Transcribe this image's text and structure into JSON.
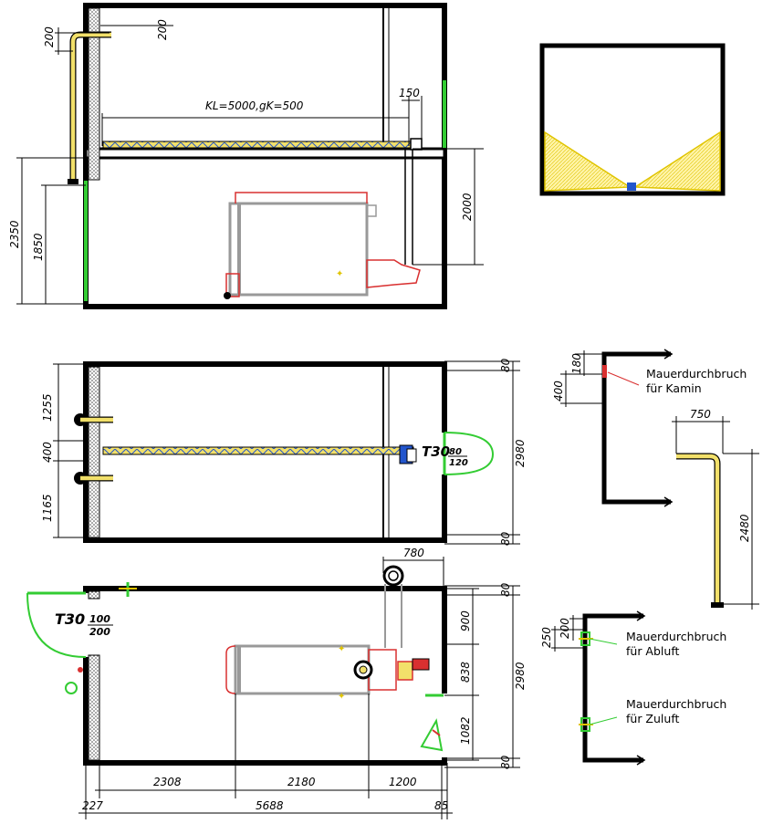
{
  "colors": {
    "wall": "#000000",
    "insulation": "#555555",
    "pipe": "#f2e06a",
    "green": "#33cc33",
    "red": "#d93030",
    "blue": "#2255cc",
    "yellow_fill": "#fff2a0",
    "grey": "#999999"
  },
  "section": {
    "dims": {
      "d200a": "200",
      "d200b": "200",
      "kl": "KL=5000,gK=500",
      "d150": "150",
      "d2000": "2000",
      "d2350": "2350",
      "d1850": "1850"
    }
  },
  "upper_plan": {
    "dims": {
      "d1255": "1255",
      "d400": "400",
      "d1165": "1165",
      "d2980": "2980",
      "d80a": "80",
      "d80b": "80"
    },
    "door": {
      "t30": "T30",
      "num": "80",
      "den": "120"
    }
  },
  "lower_plan": {
    "dims": {
      "d780": "780",
      "d900": "900",
      "d838": "838",
      "d1082": "1082",
      "d2980": "2980",
      "d80a": "80",
      "d80b": "80",
      "d2308": "2308",
      "d2180": "2180",
      "d1200": "1200",
      "d227": "227",
      "d5688": "5688",
      "d85": "85"
    },
    "door": {
      "t30": "T30",
      "num": "100",
      "den": "200"
    }
  },
  "details": {
    "kamin": {
      "d180": "180",
      "d400": "400",
      "line1": "Mauerdurchbruch",
      "line2": "für Kamin"
    },
    "pipe": {
      "d750": "750",
      "d2480": "2480"
    },
    "vent": {
      "d250": "250",
      "d200": "200",
      "abluft1": "Mauerdurchbruch",
      "abluft2": "für Abluft",
      "zuluft1": "Mauerdurchbruch",
      "zuluft2": "für Zuluft"
    }
  }
}
